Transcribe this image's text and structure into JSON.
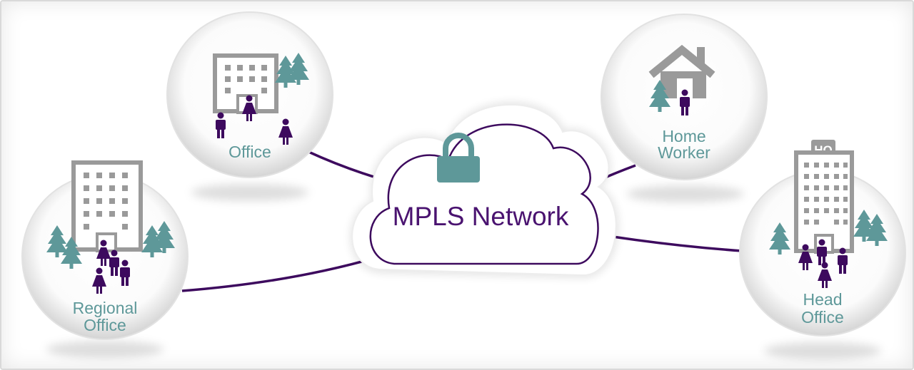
{
  "cloud": {
    "label": "MPLS Network",
    "icon": "lock-icon"
  },
  "nodes": {
    "office": {
      "label": "Office"
    },
    "home_worker": {
      "line1": "Home",
      "line2": "Worker"
    },
    "regional_office": {
      "line1": "Regional",
      "line2": "Office"
    },
    "head_office": {
      "line1": "Head",
      "line2": "Office",
      "badge": "HQ"
    }
  },
  "colors": {
    "link_line": "#3d0a5e",
    "label_teal": "#5e9899",
    "tree_teal": "#5e9899",
    "people_purple": "#3d0a5e",
    "building_gray": "#9a9a9a",
    "lock_teal": "#5e9899",
    "cloud_text": "#4a1370"
  }
}
